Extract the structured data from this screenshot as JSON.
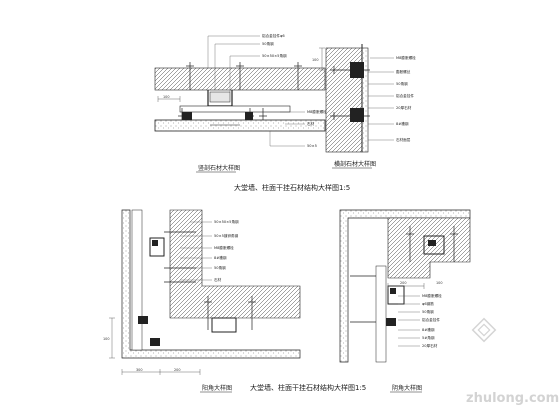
{
  "sections": {
    "top_left_caption": "竖剖石材大样图",
    "top_right_caption": "横剖石材大样图",
    "top_title": "大堂墙、柱面干挂石材结构大样图1:5",
    "bottom_left_caption": "阳角大样图",
    "bottom_right_caption": "阴角大样图",
    "bottom_title": "大堂墙、柱面干挂石材结构大样图1:5"
  },
  "annotations": {
    "top_left": [
      "铝合金挂件φ6",
      "50角钢",
      "50×50×5角钢",
      "M8膨胀螺栓",
      "石材",
      "50×5"
    ],
    "top_right": [
      "M8膨胀螺栓",
      "膨胀螺丝",
      "50角钢",
      "铝合金挂件",
      "20厚石材",
      "8#槽钢",
      "石材面层"
    ],
    "bottom_left": [
      "50×50×5角钢",
      "50×5镀锌角钢",
      "M8膨胀螺栓",
      "8#槽钢",
      "50角钢",
      "石材"
    ],
    "bottom_right": [
      "M8膨胀螺栓",
      "φ6钢筋",
      "50角钢",
      "铝合金挂件",
      "8#槽钢",
      "5#角钢",
      "20厚石材"
    ]
  },
  "dimensions": [
    "100",
    "100",
    "300",
    "200",
    "100",
    "200",
    "100"
  ],
  "watermark": {
    "brand": "zhulong.com"
  }
}
